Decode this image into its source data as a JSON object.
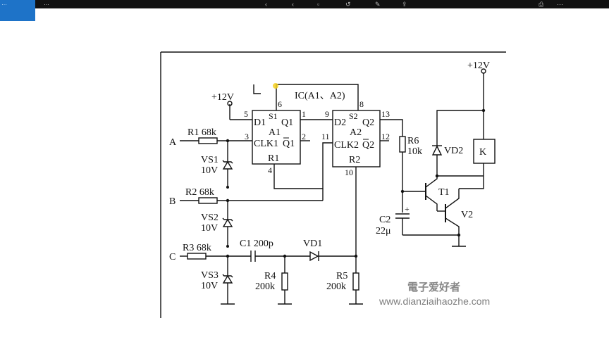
{
  "toolbar": {
    "left_button_label": "…",
    "left_label": "…",
    "icons": [
      "back-icon",
      "forward-icon",
      "crop-icon",
      "rotate-icon",
      "pen-icon",
      "share-icon",
      "print-icon",
      "more-icon"
    ]
  },
  "circuit": {
    "supply_left": "+12V",
    "supply_right": "+12V",
    "ic_label": "IC(A1、A2)",
    "a1": {
      "name": "A1",
      "d": "D1",
      "s": "S1",
      "q": "Q1",
      "clk": "CLK1",
      "qbar": "Q1",
      "r": "R1"
    },
    "a2": {
      "name": "A2",
      "d": "D2",
      "s": "S2",
      "q": "Q2",
      "clk": "CLK2",
      "qbar": "Q2",
      "r": "R2"
    },
    "pins": {
      "p1": "1",
      "p2": "2",
      "p3": "3",
      "p4": "4",
      "p5": "5",
      "p6": "6",
      "p8": "8",
      "p9": "9",
      "p10": "10",
      "p11": "11",
      "p12": "12",
      "p13": "13"
    },
    "inputs": {
      "a": "A",
      "b": "B",
      "c": "C"
    },
    "resistors": {
      "r1": "R1 68k",
      "r2": "R2 68k",
      "r3": "R3 68k",
      "r4_name": "R4",
      "r4_val": "200k",
      "r5_name": "R5",
      "r5_val": "200k",
      "r6_name": "R6",
      "r6_val": "10k"
    },
    "zeners": {
      "vs1": "VS1",
      "vs1_v": "10V",
      "vs2": "VS2",
      "vs2_v": "10V",
      "vs3": "VS3",
      "vs3_v": "10V"
    },
    "c1": "C1 200p",
    "vd1": "VD1",
    "vd2": "VD2",
    "c2_name": "C2",
    "c2_val": "22μ",
    "c2_plus": "+",
    "t1": "T1",
    "v2": "V2",
    "relay": "K",
    "watermark_cn": "電子爱好者",
    "watermark_url": "www.dianziaihaozhe.com"
  }
}
